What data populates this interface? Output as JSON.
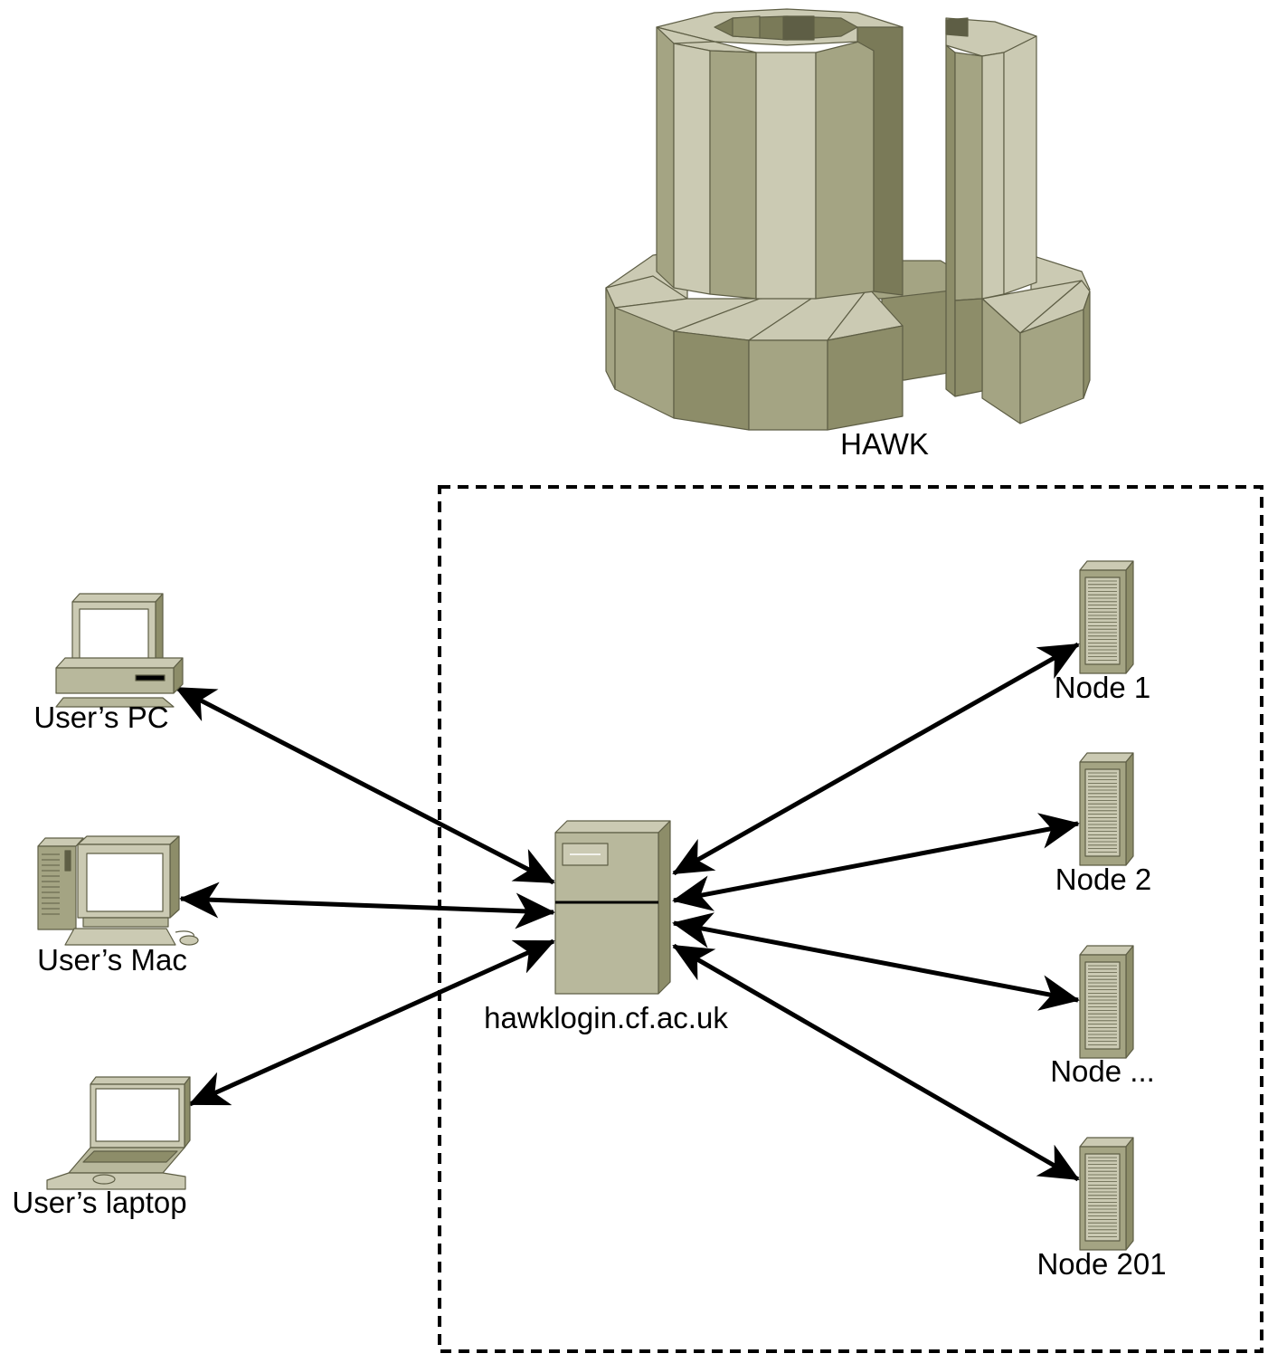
{
  "supercomputer": {
    "label": "HAWK",
    "icon": "supercomputer-icon"
  },
  "login_server": {
    "label": "hawklogin.cf.ac.uk",
    "icon": "server-icon"
  },
  "clients": [
    {
      "id": "pc",
      "label": "User’s PC",
      "icon": "desktop-pc-icon"
    },
    {
      "id": "mac",
      "label": "User’s Mac",
      "icon": "workstation-icon"
    },
    {
      "id": "laptop",
      "label": "User’s laptop",
      "icon": "laptop-icon"
    }
  ],
  "nodes": [
    {
      "id": "node-1",
      "label": "Node 1",
      "icon": "tower-server-icon"
    },
    {
      "id": "node-2",
      "label": "Node 2",
      "icon": "tower-server-icon"
    },
    {
      "id": "node-etc",
      "label": "Node ...",
      "icon": "tower-server-icon"
    },
    {
      "id": "node-201",
      "label": "Node 201",
      "icon": "tower-server-icon"
    }
  ],
  "connections": [
    {
      "from": "pc",
      "to": "login_server",
      "direction": "bidirectional"
    },
    {
      "from": "mac",
      "to": "login_server",
      "direction": "bidirectional"
    },
    {
      "from": "laptop",
      "to": "login_server",
      "direction": "bidirectional"
    },
    {
      "from": "login_server",
      "to": "node-1",
      "direction": "bidirectional"
    },
    {
      "from": "login_server",
      "to": "node-2",
      "direction": "bidirectional"
    },
    {
      "from": "login_server",
      "to": "node-etc",
      "direction": "bidirectional"
    },
    {
      "from": "login_server",
      "to": "node-201",
      "direction": "bidirectional"
    }
  ],
  "colors": {
    "light": "#cbcab3",
    "mid": "#a4a483",
    "dark": "#8d8d69",
    "darkest": "#7a7a58",
    "outline": "#5e5e45",
    "arrow": "#000000"
  }
}
